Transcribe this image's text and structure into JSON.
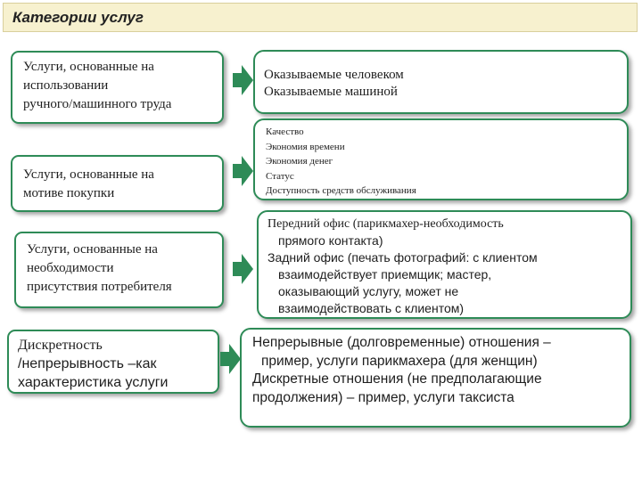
{
  "title": "Категории услуг",
  "rows": [
    {
      "left": [
        "Услуги, основанные на",
        "использовании",
        "ручного/машинного труда"
      ],
      "right": [
        "Оказываемые человеком",
        "Оказываемые машиной"
      ]
    },
    {
      "left": [
        "Услуги, основанные на",
        "мотиве покупки"
      ],
      "right": [
        "Качество",
        "Экономия времени",
        "Экономия денег",
        "Статус",
        "Доступность средств обслуживания"
      ]
    },
    {
      "left": [
        "Услуги, основанные на",
        "необходимости",
        "присутствия потребителя"
      ],
      "right": [
        "Передний офис (парикмахер-необходимость",
        "прямого контакта)",
        "Задний офис (печать фотографий: с клиентом",
        "взаимодействует приемщик; мастер,",
        "оказывающий услугу, может не",
        "взаимодействовать с клиентом)"
      ]
    },
    {
      "left": [
        "Дискретность",
        "/непрерывность –как",
        "характеристика услуги"
      ],
      "right": [
        "Непрерывные (долговременные) отношения –",
        "пример, услуги парикмахера (для женщин)",
        "Дискретные отношения (не предполагающие",
        "продолжения) – пример, услуги таксиста"
      ]
    }
  ],
  "colors": {
    "border": "#2e8b57",
    "arrow": "#2e8b57",
    "title_bg": "#f7f1cf"
  }
}
